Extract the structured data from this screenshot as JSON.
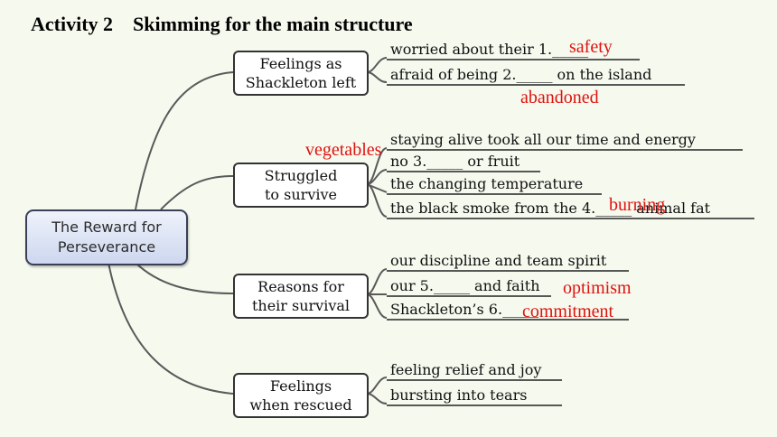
{
  "title": "Activity 2    Skimming for the main structure",
  "root": {
    "line1": "The Reward for",
    "line2": "Perseverance"
  },
  "branches": [
    {
      "line1": "Feelings as",
      "line2": "Shackleton left",
      "leaves": [
        "worried about their 1._____",
        "afraid of being 2._____ on the island"
      ]
    },
    {
      "line1": "Struggled",
      "line2": "to survive",
      "leaves": [
        "staying alive took all our time and energy",
        "no 3._____ or fruit",
        "the changing temperature",
        "the black smoke from the 4._____ animal fat"
      ]
    },
    {
      "line1": "Reasons for",
      "line2": "their survival",
      "leaves": [
        "our discipline and team spirit",
        "our 5._____ and faith",
        "Shackleton’s 6._____"
      ]
    },
    {
      "line1": "Feelings",
      "line2": "when rescued",
      "leaves": [
        "feeling relief and joy",
        "bursting into tears"
      ]
    }
  ],
  "answers": {
    "a1": "safety",
    "a2": "abandoned",
    "a3": "vegetables",
    "a4": "burning",
    "a5": "optimism",
    "a6": "commitment"
  },
  "colors": {
    "answer": "#e0120f",
    "line": "#5a5a5a",
    "underline": "#222222"
  }
}
